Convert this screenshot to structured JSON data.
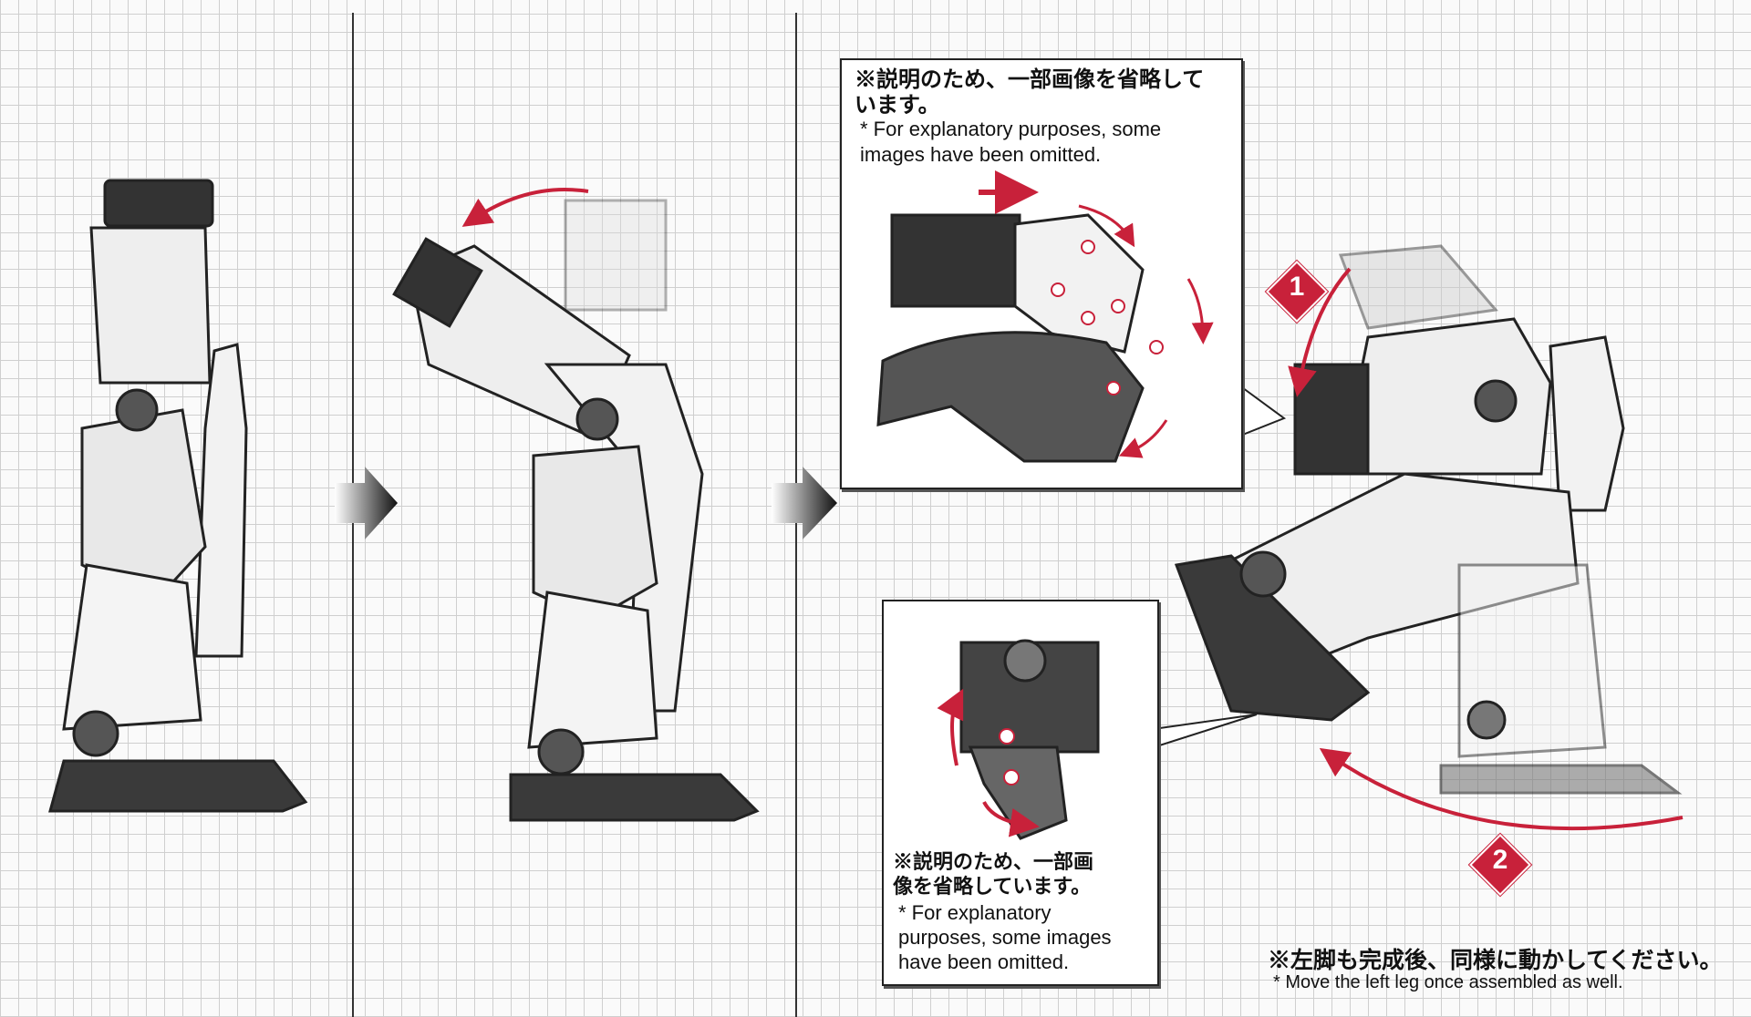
{
  "callout_top": {
    "jp": "※説明のため、一部画像を省略しています。",
    "en": "* For explanatory purposes, some images have been omitted."
  },
  "callout_bottom": {
    "jp": "※説明のため、一部画像を省略しています。",
    "en": "* For explanatory purposes, some images have been omitted."
  },
  "steps": {
    "one": "1",
    "two": "2"
  },
  "footer_note": {
    "jp": "※左脚も完成後、同様に動かしてください。",
    "en": "* Move the left leg once assembled as well."
  },
  "colors": {
    "accent": "#c8213a",
    "dark": "#3a3a3a",
    "line": "#222222"
  }
}
